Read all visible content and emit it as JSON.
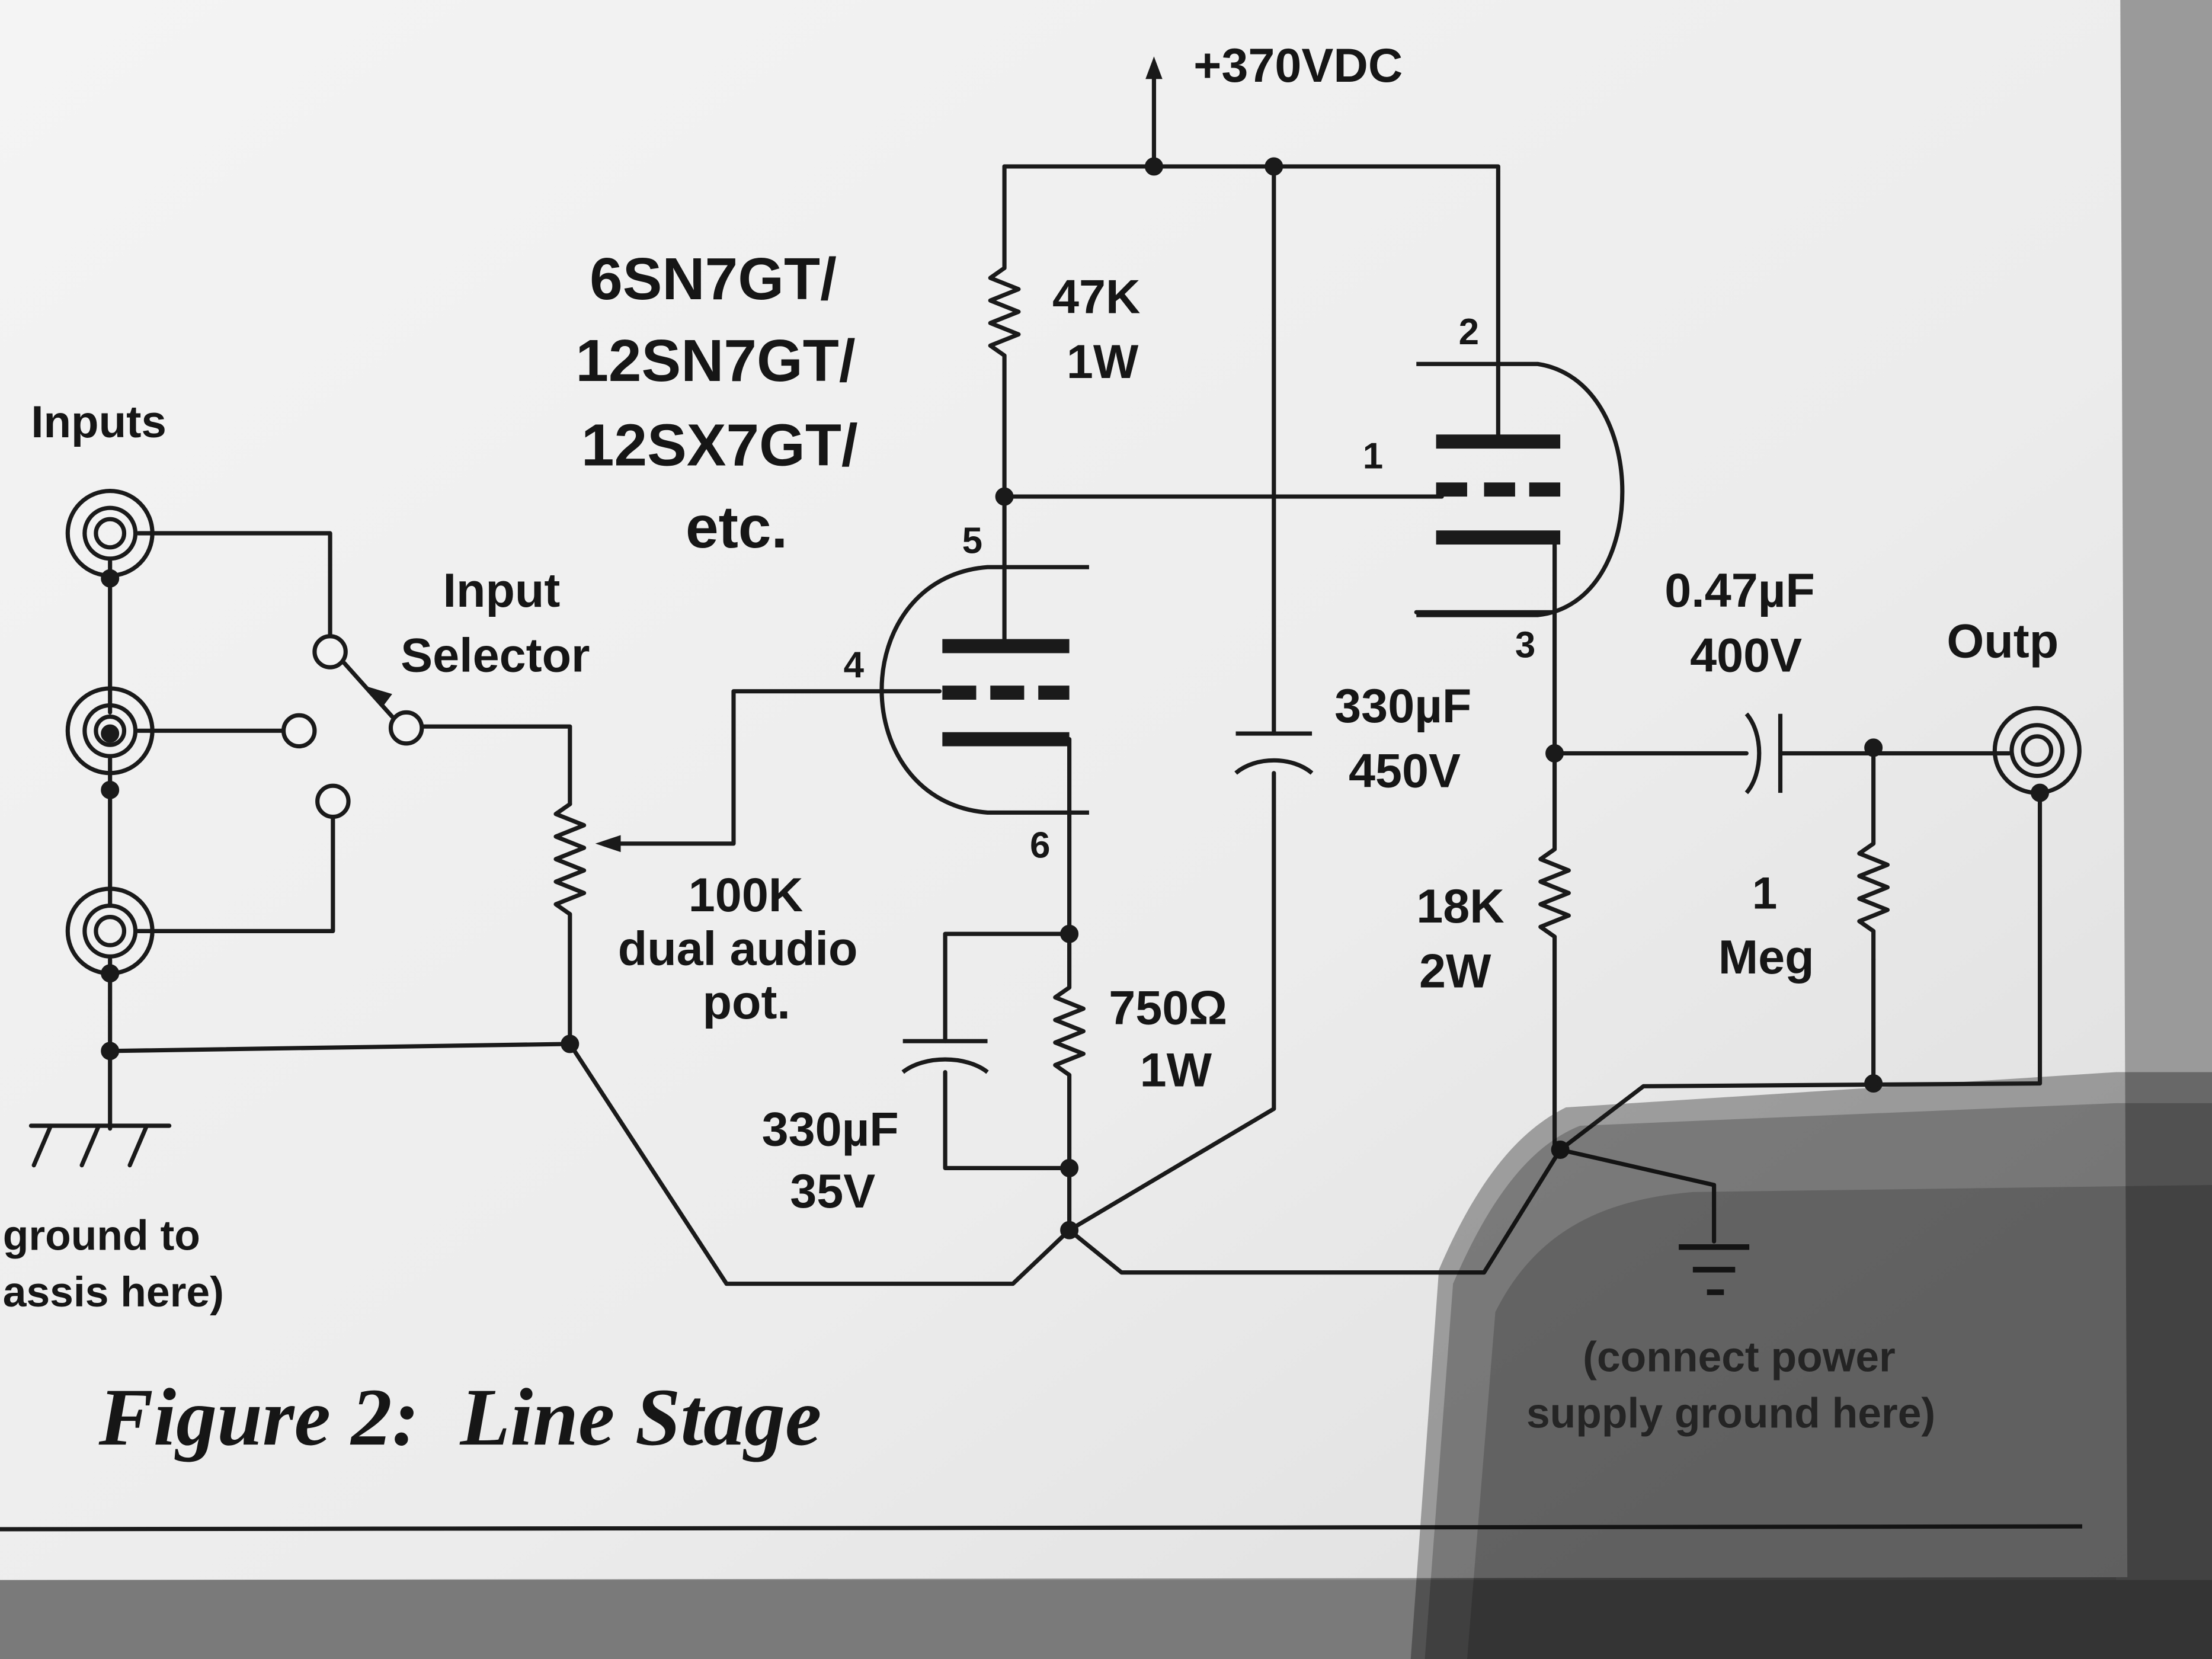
{
  "supply_label": "+370VDC",
  "tube_types": [
    "6SN7GT/",
    "12SN7GT/",
    "12SX7GT/",
    "etc."
  ],
  "inputs_label": "Inputs",
  "selector_label": [
    "Input",
    "Selector"
  ],
  "r_47k": [
    "47K",
    "1W"
  ],
  "pot_label": [
    "100K",
    "dual audio",
    "pot."
  ],
  "r_750": [
    "750Ω",
    "1W"
  ],
  "c_cathode": [
    "330µF",
    "35V"
  ],
  "c_supply": [
    "330µF",
    "450V"
  ],
  "r_18k": [
    "18K",
    "2W"
  ],
  "c_coupling": [
    "0.47µF",
    "400V"
  ],
  "r_1meg": [
    "1",
    "Meg"
  ],
  "output_label": "Outp",
  "pins": {
    "p1": "1",
    "p2": "2",
    "p3": "3",
    "p4": "4",
    "p5": "5",
    "p6": "6"
  },
  "ground_chassis_note": [
    "ground to",
    "assis here)"
  ],
  "ground_supply_note": [
    "(connect power",
    "supply ground here)"
  ],
  "figure_caption": "Figure 2:  Line Stage"
}
